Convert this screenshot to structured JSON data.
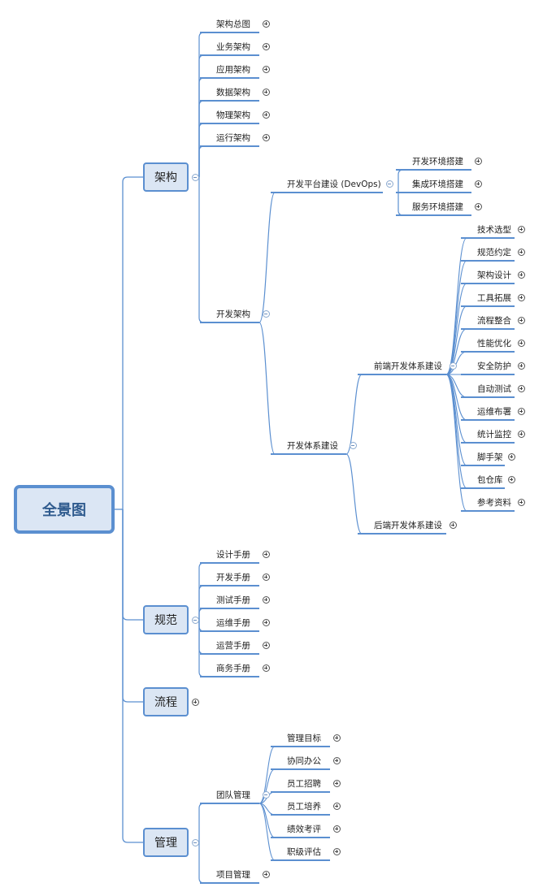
{
  "colors": {
    "line": "#5b8fd0",
    "box_fill": "#dbe6f4",
    "box_border": "#5b8fd0",
    "text": "#222222"
  },
  "root": {
    "label": "全景图"
  },
  "architecture": {
    "label": "架构",
    "items": [
      "架构总图",
      "业务架构",
      "应用架构",
      "数据架构",
      "物理架构",
      "运行架构"
    ],
    "dev_arch": {
      "label": "开发架构",
      "platform": {
        "label": "开发平台建设 (DevOps)",
        "items": [
          "开发环境搭建",
          "集成环境搭建",
          "服务环境搭建"
        ]
      },
      "system": {
        "label": "开发体系建设",
        "frontend": {
          "label": "前端开发体系建设",
          "items": [
            "技术选型",
            "规范约定",
            "架构设计",
            "工具拓展",
            "流程整合",
            "性能优化",
            "安全防护",
            "自动测试",
            "运维布署",
            "统计监控",
            "脚手架",
            "包仓库",
            "参考资料"
          ]
        },
        "backend": {
          "label": "后端开发体系建设"
        }
      }
    }
  },
  "standards": {
    "label": "规范",
    "items": [
      "设计手册",
      "开发手册",
      "测试手册",
      "运维手册",
      "运营手册",
      "商务手册"
    ]
  },
  "process": {
    "label": "流程"
  },
  "management": {
    "label": "管理",
    "team": {
      "label": "团队管理",
      "items": [
        "管理目标",
        "协同办公",
        "员工招聘",
        "员工培养",
        "绩效考评",
        "职级评估"
      ]
    },
    "project": {
      "label": "项目管理"
    }
  }
}
